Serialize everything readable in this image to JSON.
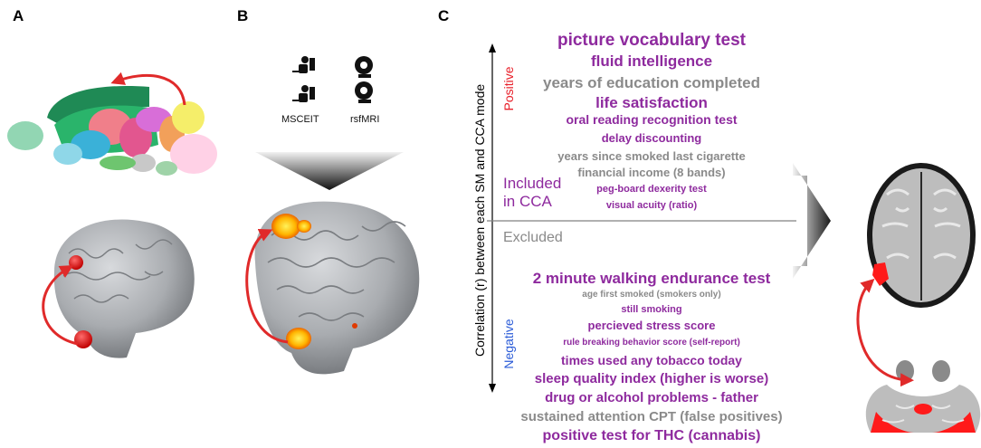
{
  "panels": {
    "a": "A",
    "b": "B",
    "c": "C"
  },
  "panel_b": {
    "msceit_label": "MSCEIT",
    "rsfmri_label": "rsfMRI"
  },
  "panel_c": {
    "y_axis_label": "Correlation (r) between each SM and CCA mode",
    "positive_label": "Positive",
    "negative_label": "Negative",
    "included_label_1": "Included",
    "included_label_2": "in CCA",
    "excluded_label": "Excluded",
    "positive_items": [
      {
        "text": "picture vocabulary test",
        "color": "#8e2a9e"
      },
      {
        "text": "fluid intelligence",
        "color": "#8e2a9e"
      },
      {
        "text": "years of education completed",
        "color": "#8a8a8a"
      },
      {
        "text": "life satisfaction",
        "color": "#8e2a9e"
      },
      {
        "text": "oral reading recognition test",
        "color": "#8e2a9e"
      },
      {
        "text": "delay discounting",
        "color": "#8e2a9e"
      },
      {
        "text": "years since smoked last cigarette",
        "color": "#8a8a8a"
      },
      {
        "text": "financial income (8 bands)",
        "color": "#8a8a8a"
      },
      {
        "text": "peg-board dexerity test",
        "color": "#8e2a9e"
      },
      {
        "text": "visual acuity (ratio)",
        "color": "#8e2a9e"
      }
    ],
    "negative_items": [
      {
        "text": "2 minute walking endurance test",
        "color": "#8e2a9e"
      },
      {
        "text": "age first smoked (smokers only)",
        "color": "#8a8a8a"
      },
      {
        "text": "still smoking",
        "color": "#8e2a9e"
      },
      {
        "text": "percieved stress score",
        "color": "#8e2a9e"
      },
      {
        "text": "rule breaking behavior score (self-report)",
        "color": "#8e2a9e"
      },
      {
        "text": "times used any tobacco today",
        "color": "#8e2a9e"
      },
      {
        "text": "sleep quality index (higher is worse)",
        "color": "#8e2a9e"
      },
      {
        "text": "drug or alcohol problems - father",
        "color": "#8e2a9e"
      },
      {
        "text": "sustained attention CPT (false positives)",
        "color": "#8a8a8a"
      },
      {
        "text": "positive test for THC (cannabis)",
        "color": "#8e2a9e"
      }
    ]
  },
  "colors": {
    "accent_purple": "#8e2a9e",
    "muted_gray": "#8a8a8a",
    "positive_red": "#e8202a",
    "negative_blue": "#2a5bd7",
    "arrow_red": "#e02a2a"
  }
}
